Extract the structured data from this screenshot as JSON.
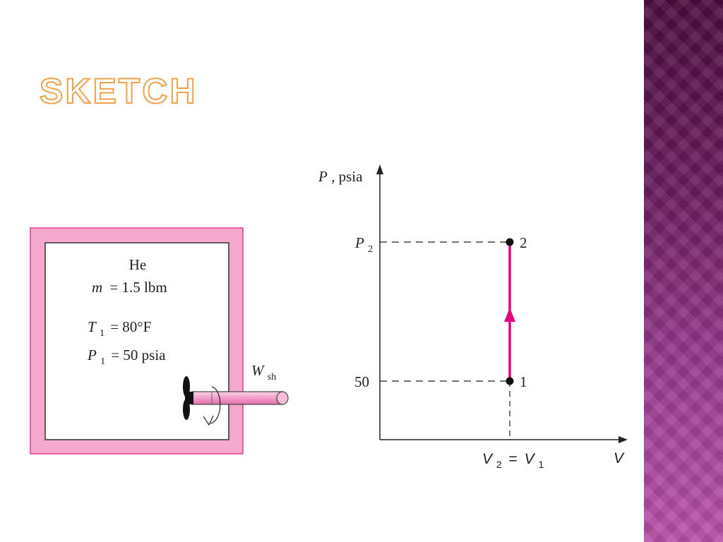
{
  "slide": {
    "title": "SKETCH"
  },
  "tank": {
    "gas": "He",
    "mass": {
      "symbol": "m",
      "value": "= 1.5 lbm"
    },
    "temperature": {
      "symbol": "T",
      "sub": "1",
      "value": "= 80°F"
    },
    "pressure": {
      "symbol": "P",
      "sub": "1",
      "value": "= 50 psia"
    },
    "work": {
      "symbol": "W",
      "sub": "sh"
    }
  },
  "chart_data": {
    "type": "line",
    "ylabel": {
      "symbol": "P",
      "unit": ", psia"
    },
    "xlabel": "V",
    "yticks": [
      {
        "symbol": "P",
        "sub": "2"
      },
      {
        "text": "50"
      }
    ],
    "xtick": {
      "lhs": "V",
      "lhs_sub": "2",
      "eq": "=",
      "rhs": "V",
      "rhs_sub": "1"
    },
    "points": [
      {
        "label": "1",
        "x": "V1",
        "y": 50
      },
      {
        "label": "2",
        "x": "V2",
        "y": "P2"
      }
    ],
    "process": "constant-volume"
  },
  "colors": {
    "tank_wall": "#f5a9cf",
    "tank_border": "#e03a8c",
    "process_line": "#e3007e",
    "title_outline": "#f0a24a",
    "band": "#8e2f86"
  }
}
